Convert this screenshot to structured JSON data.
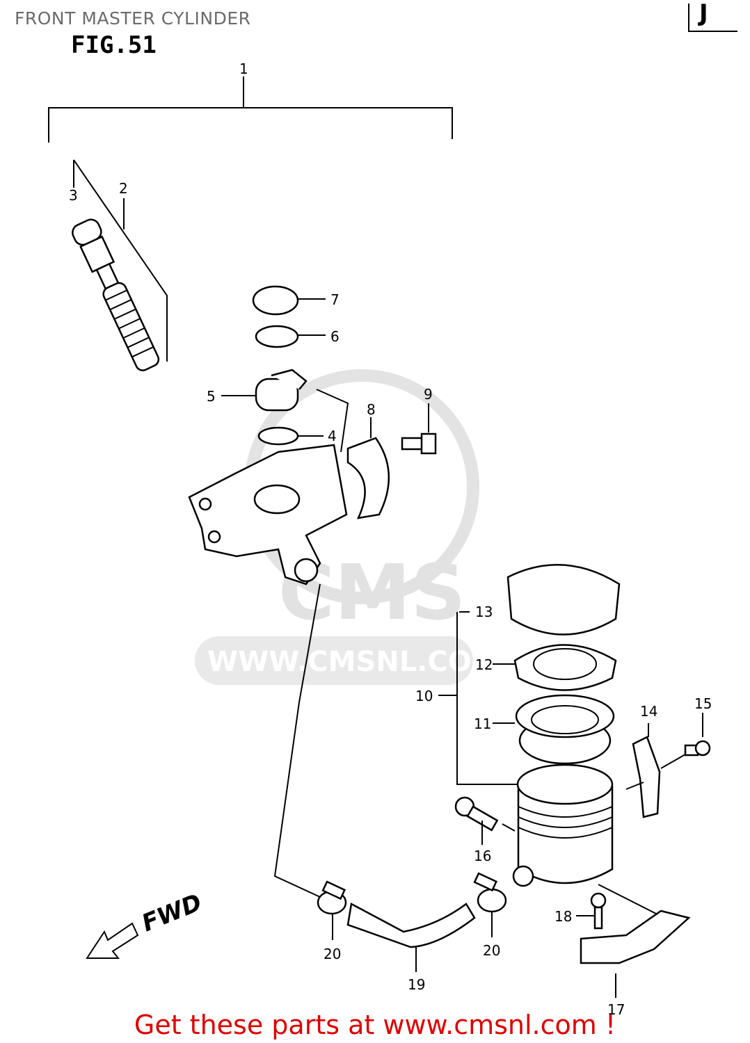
{
  "header": {
    "title": "FRONT MASTER CYLINDER",
    "figure": "FIG.51",
    "section_letter": "J"
  },
  "watermark": {
    "text": "WWW.CMSNL.COM",
    "logo": "CMS"
  },
  "callouts": [
    "1",
    "2",
    "3",
    "4",
    "5",
    "6",
    "7",
    "8",
    "9",
    "10",
    "11",
    "12",
    "13",
    "14",
    "15",
    "16",
    "17",
    "18",
    "19",
    "20",
    "20"
  ],
  "direction_label": "FWD",
  "footer": {
    "promo": "Get these parts at www.cmsnl.com !",
    "color": "#e00000"
  }
}
